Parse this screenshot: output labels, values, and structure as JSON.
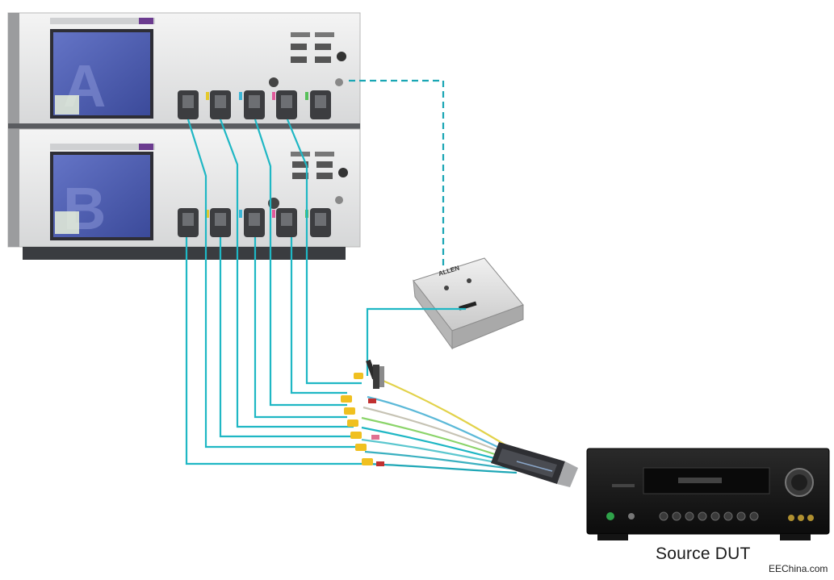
{
  "labels": {
    "dut": "Source DUT",
    "watermark": "EEChina.com"
  },
  "scope_a": {
    "screen_letter": "A"
  },
  "scope_b": {
    "screen_letter": "B"
  },
  "switch_box": {
    "brand": "ALLEN"
  },
  "colors": {
    "cable": "#1fb7c4",
    "dashed_link": "#1aa6b4",
    "scope_body": "#e9eaea",
    "screen": "#4f5fb0",
    "connector": "#f0c020"
  }
}
